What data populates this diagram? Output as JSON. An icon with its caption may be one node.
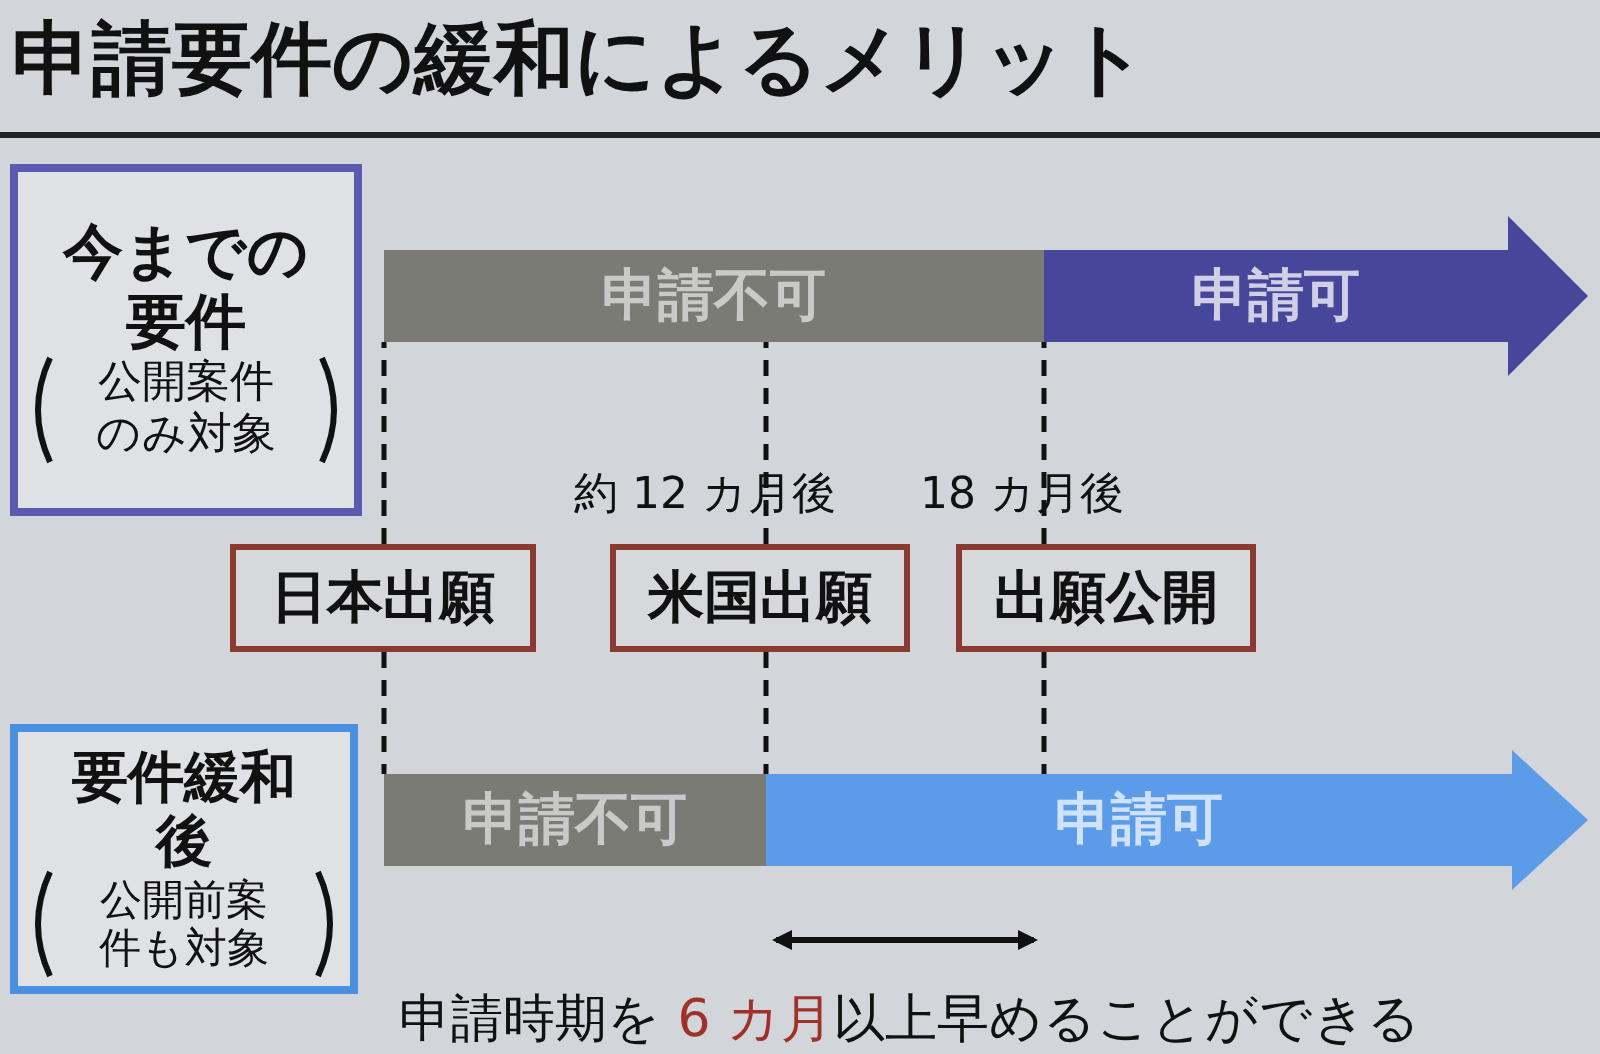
{
  "diagram": {
    "title": "申請要件の緩和によるメリット",
    "nodes": [
      {
        "text": [
          "今までの要件",
          "公開案件のみ対象"
        ]
      },
      {
        "text": [
          "日本出願"
        ]
      },
      {
        "text": [
          "米国出願"
        ],
        "beside": [
          "約 12 カ月後"
        ]
      },
      {
        "text": [
          "出願公開"
        ],
        "beside": [
          "18 カ月後"
        ]
      },
      {
        "text": [
          "要件緩和後",
          "公開前案件も対象"
        ]
      },
      {
        "text": [
          "申請不可"
        ]
      },
      {
        "text": [
          "申請可"
        ]
      },
      {
        "text": [
          "申請不可"
        ]
      },
      {
        "text": [
          "申請可"
        ]
      }
    ],
    "edges": [
      {
        "from": 1,
        "to": 5,
        "arrow": "none",
        "style": "dashed"
      },
      {
        "from": 1,
        "to": 7,
        "arrow": "none",
        "style": "dashed"
      },
      {
        "from": 2,
        "to": 5,
        "arrow": "none",
        "style": "dashed"
      },
      {
        "from": 2,
        "to": 7,
        "arrow": "none",
        "style": "dashed"
      },
      {
        "from": 3,
        "to": 6,
        "arrow": "none",
        "style": "dashed"
      },
      {
        "from": 3,
        "to": 8,
        "arrow": "none",
        "style": "dashed"
      }
    ],
    "caption": "申請時期を **6 カ月**以上早めることができる"
  }
}
